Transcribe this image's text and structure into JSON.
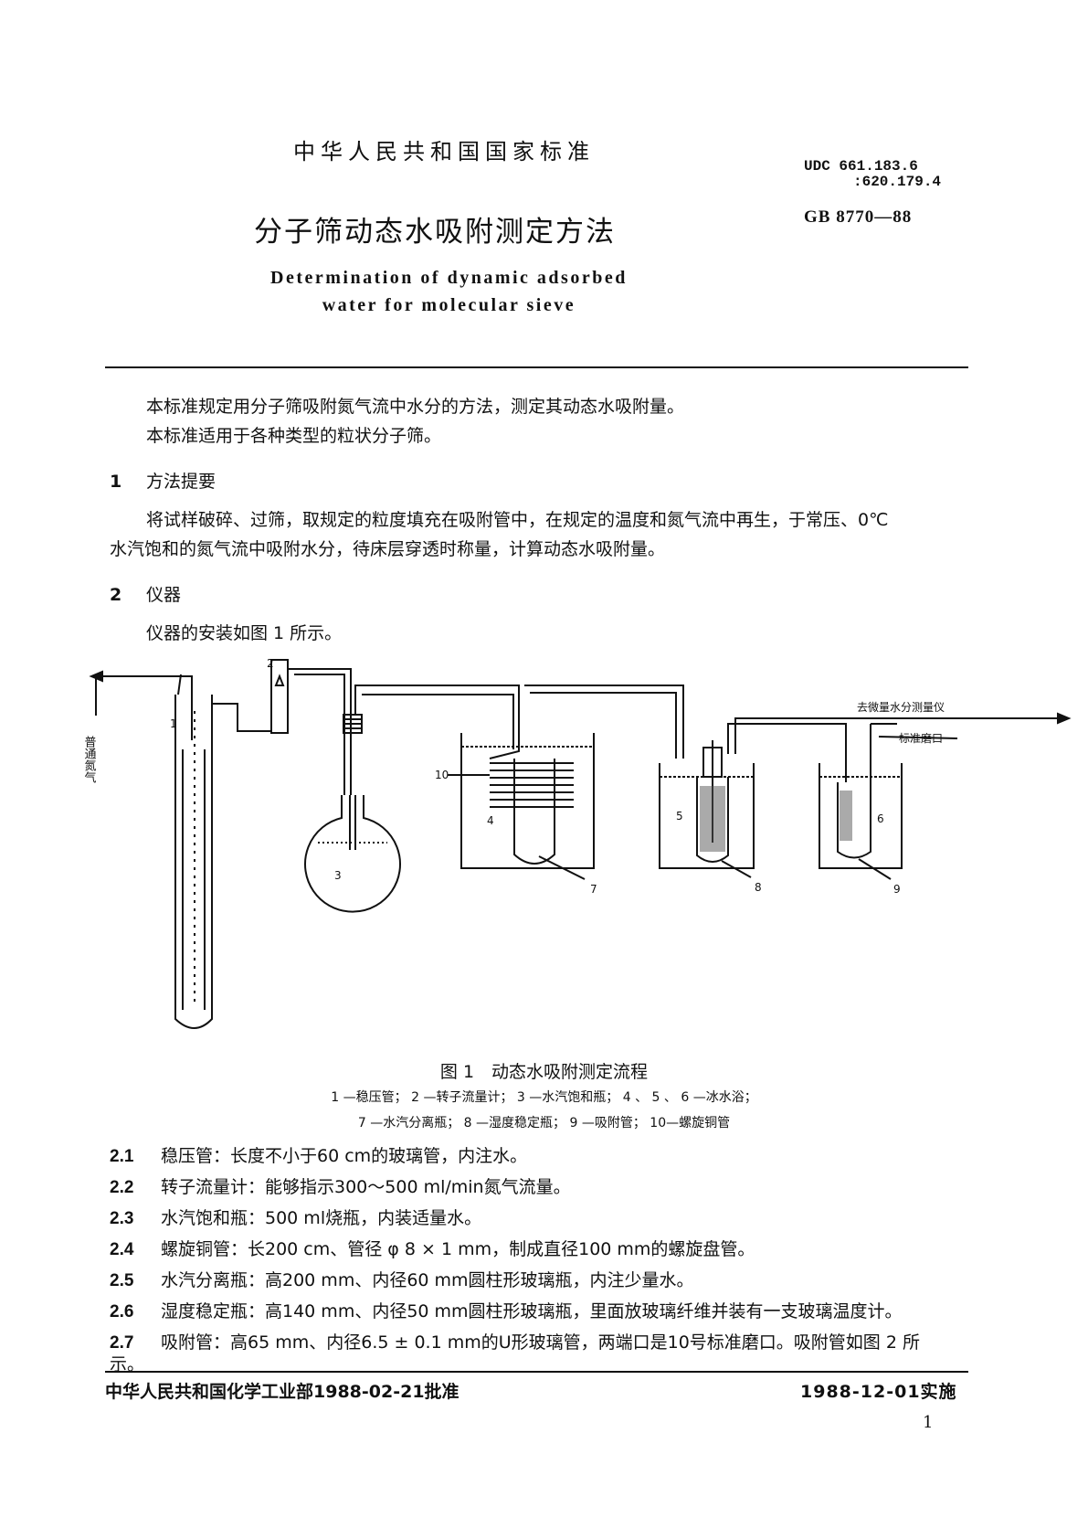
{
  "header": {
    "standard_title": "中华人民共和国国家标准",
    "udc_line1": "UDC 661.183.6",
    "udc_line2": ":620.179.4",
    "gb_number": "GB 8770—88"
  },
  "title": {
    "zh": "分子筛动态水吸附测定方法",
    "en_line1": "Determination of dynamic adsorbed",
    "en_line2": "water for molecular sieve"
  },
  "intro": {
    "p1": "本标准规定用分子筛吸附氮气流中水分的方法，测定其动态水吸附量。",
    "p2": "本标准适用于各种类型的粒状分子筛。"
  },
  "section1": {
    "num": "1",
    "title": "方法提要",
    "body_line1": "将试样破碎、过筛，取规定的粒度填充在吸附管中，在规定的温度和氮气流中再生，于常压、0℃",
    "body_line2": "水汽饱和的氮气流中吸附水分，待床层穿透时称量，计算动态水吸附量。"
  },
  "section2": {
    "num": "2",
    "title": "仪器",
    "body": "仪器的安装如图 1 所示。"
  },
  "figure": {
    "inlet_label": "普通氮气",
    "outlet_label": "去微量水分测量仪",
    "joint_label": "标准磨口",
    "labels": {
      "n1": "1",
      "n2": "2",
      "n3": "3",
      "n4": "4",
      "n5": "5",
      "n6": "6",
      "n7": "7",
      "n8": "8",
      "n9": "9",
      "n10": "10"
    },
    "caption": "图 1　动态水吸附测定流程",
    "legend_line1": "1 —稳压管； 2 —转子流量计； 3 —水汽饱和瓶； 4 、 5 、 6 —冰水浴；",
    "legend_line2": "7 —水汽分离瓶； 8 —湿度稳定瓶； 9 —吸附管； 10—螺旋铜管"
  },
  "items": [
    {
      "num": "2.1",
      "text": "稳压管：长度不小于60 cm的玻璃管，内注水。"
    },
    {
      "num": "2.2",
      "text": "转子流量计：能够指示300～500 ml/min氮气流量。"
    },
    {
      "num": "2.3",
      "text": "水汽饱和瓶：500 ml烧瓶，内装适量水。"
    },
    {
      "num": "2.4",
      "text": "螺旋铜管：长200 cm、管径 φ 8 × 1 mm，制成直径100 mm的螺旋盘管。"
    },
    {
      "num": "2.5",
      "text": "水汽分离瓶：高200 mm、内径60 mm圆柱形玻璃瓶，内注少量水。"
    },
    {
      "num": "2.6",
      "text": "湿度稳定瓶：高140 mm、内径50 mm圆柱形玻璃瓶，里面放玻璃纤维并装有一支玻璃温度计。"
    },
    {
      "num": "2.7",
      "text": "吸附管：高65 mm、内径6.5 ± 0.1 mm的U形玻璃管，两端口是10号标准磨口。吸附管如图 2 所",
      "cont": "示。"
    }
  ],
  "footer": {
    "approval": "中华人民共和国化学工业部1988-02-21批准",
    "effective": "1988-12-01实施",
    "page": "1"
  }
}
